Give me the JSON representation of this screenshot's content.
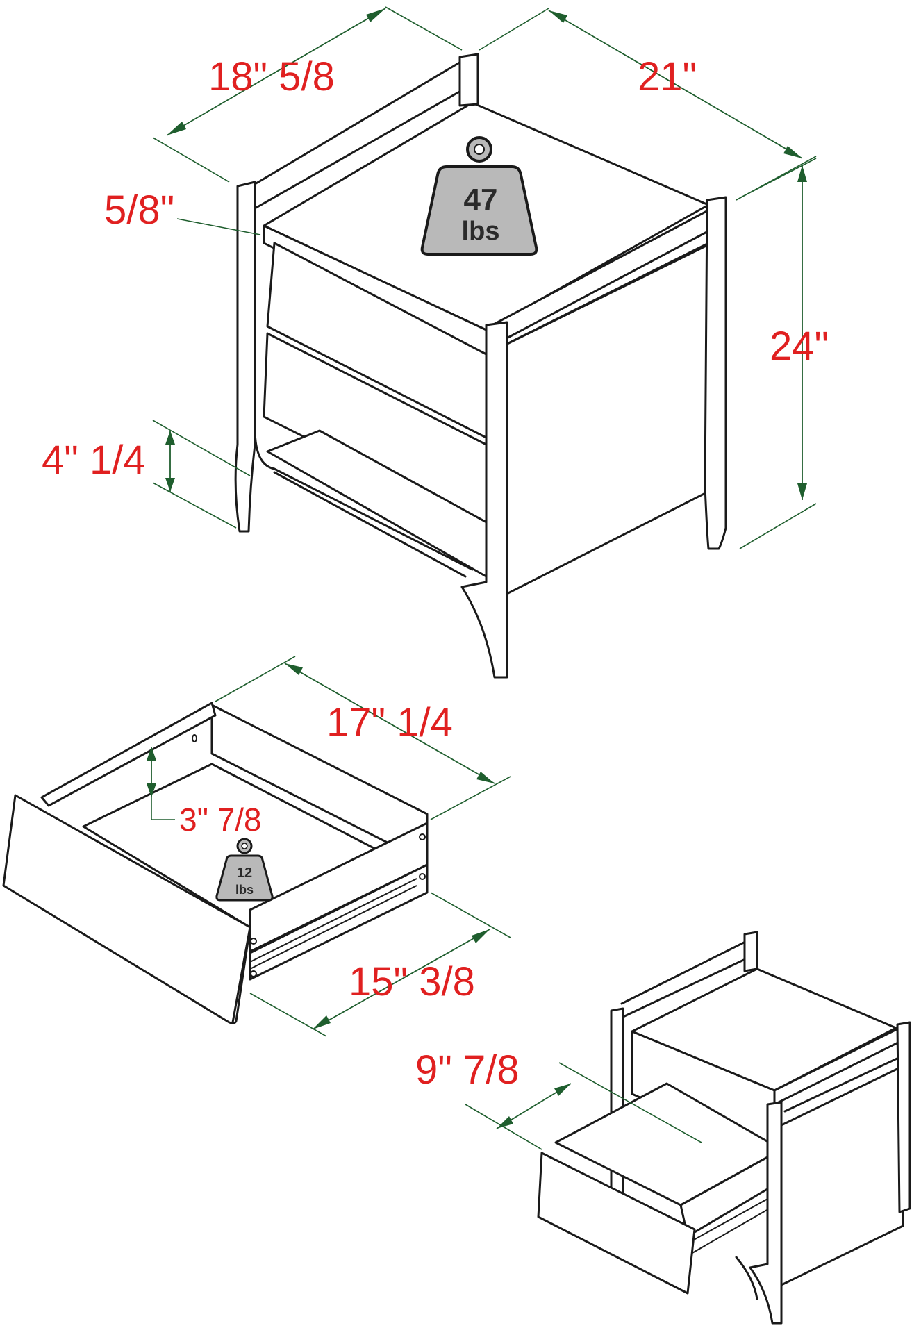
{
  "colors": {
    "dimension_text": "#e02020",
    "dimension_line": "#1f5e2e",
    "outline": "#1a1a1a",
    "weight_fill": "#b9b9b9",
    "weight_text": "#2a2a2a"
  },
  "dimensions": {
    "depth": "18\" 5/8",
    "width": "21\"",
    "top_thickness": "5/8\"",
    "height": "24\"",
    "leg_height": "4\" 1/4",
    "drawer_depth": "17\" 1/4",
    "drawer_height": "3\" 7/8",
    "drawer_width": "15\" 3/8",
    "drawer_extension": "9\" 7/8"
  },
  "weights": {
    "table": {
      "value": "47",
      "unit": "lbs",
      "icon": "weight-icon"
    },
    "drawer": {
      "value": "12",
      "unit": "lbs",
      "icon": "weight-icon"
    }
  }
}
